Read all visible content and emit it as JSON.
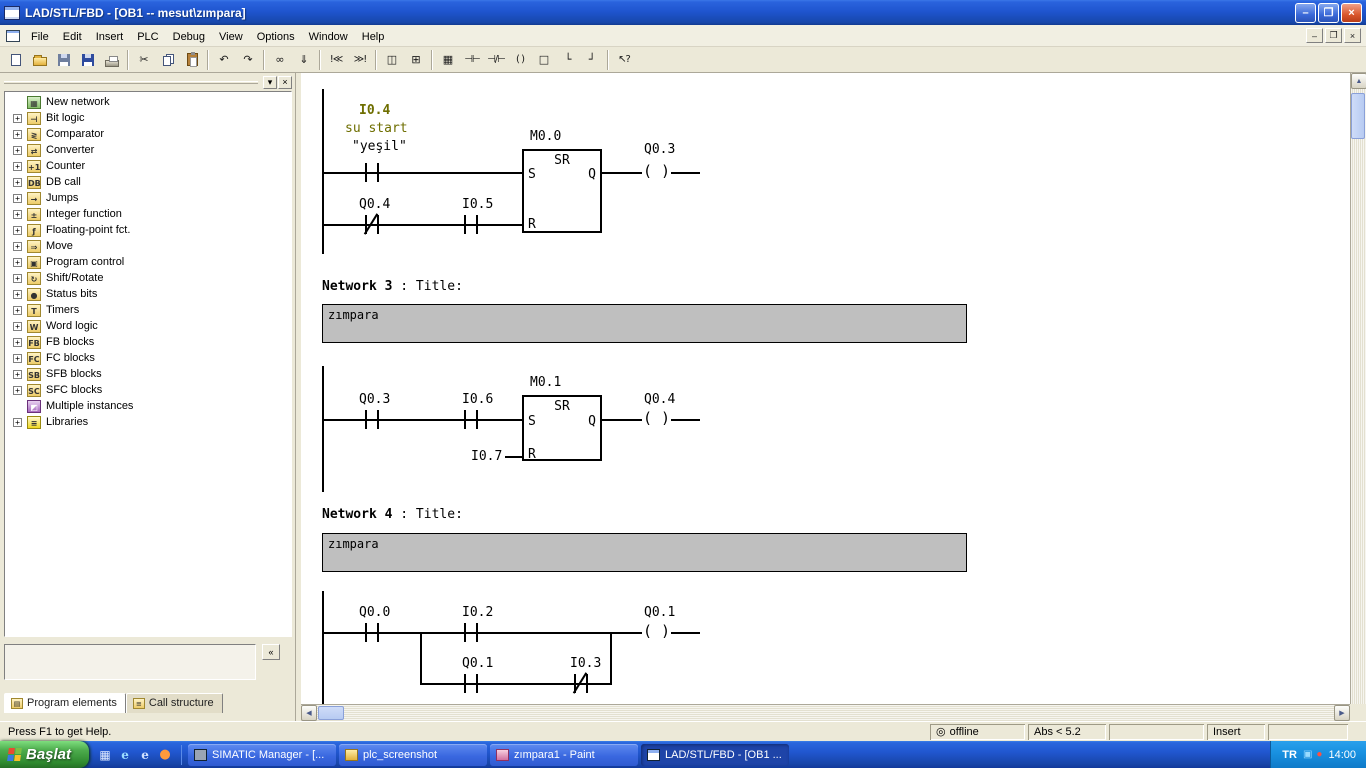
{
  "window": {
    "title": "LAD/STL/FBD  - [OB1 -- mesut\\zımpara]",
    "controls": {
      "minimize": "–",
      "restore": "❐",
      "close": "×"
    }
  },
  "menu": {
    "items": [
      "File",
      "Edit",
      "Insert",
      "PLC",
      "Debug",
      "View",
      "Options",
      "Window",
      "Help"
    ],
    "mdi": {
      "minimize": "–",
      "restore": "❐",
      "close": "×"
    }
  },
  "toolbar": {
    "buttons": [
      {
        "name": "new-icon",
        "glyph": ""
      },
      {
        "name": "open-icon",
        "glyph": ""
      },
      {
        "name": "save-as-icon",
        "glyph": ""
      },
      {
        "name": "save-icon",
        "glyph": ""
      },
      {
        "name": "print-icon",
        "glyph": ""
      },
      {
        "sep": true
      },
      {
        "name": "cut-icon",
        "glyph": "✂"
      },
      {
        "name": "copy-icon",
        "glyph": ""
      },
      {
        "name": "paste-icon",
        "glyph": ""
      },
      {
        "sep": true
      },
      {
        "name": "undo-icon",
        "glyph": "↶"
      },
      {
        "name": "redo-icon",
        "glyph": "↷"
      },
      {
        "sep": true
      },
      {
        "name": "monitor-glasses-icon",
        "glyph": "∞"
      },
      {
        "name": "download-icon",
        "glyph": "⇓"
      },
      {
        "sep": true
      },
      {
        "name": "prev-error-icon",
        "glyph": "!≪"
      },
      {
        "name": "next-error-icon",
        "glyph": "≫!"
      },
      {
        "sep": true
      },
      {
        "name": "split-window-icon",
        "glyph": "◫"
      },
      {
        "name": "address-overview-icon",
        "glyph": "⊞"
      },
      {
        "sep": true
      },
      {
        "name": "new-network-icon",
        "glyph": "▦"
      },
      {
        "name": "contact-no-icon",
        "glyph": "⊣⊢"
      },
      {
        "name": "contact-nc-icon",
        "glyph": "⊣/⊢"
      },
      {
        "name": "coil-icon",
        "glyph": "( )"
      },
      {
        "name": "empty-box-icon",
        "glyph": "□"
      },
      {
        "name": "open-branch-icon",
        "glyph": "└"
      },
      {
        "name": "close-branch-icon",
        "glyph": "┘"
      },
      {
        "sep": true
      },
      {
        "name": "help-cursor-icon",
        "glyph": "↖?"
      }
    ]
  },
  "sidebar": {
    "pane_close": "×",
    "pane_pin": "▾",
    "detail_button": "«",
    "items": [
      {
        "label": "New network",
        "icon": "new-network-icon",
        "glyph": "▦",
        "expand": false
      },
      {
        "label": "Bit logic",
        "icon": "bit-logic-icon",
        "glyph": "⊣",
        "expand": true
      },
      {
        "label": "Comparator",
        "icon": "comparator-icon",
        "glyph": "≷",
        "expand": true
      },
      {
        "label": "Converter",
        "icon": "converter-icon",
        "glyph": "⇄",
        "expand": true
      },
      {
        "label": "Counter",
        "icon": "counter-icon",
        "glyph": "+1",
        "expand": true
      },
      {
        "label": "DB call",
        "icon": "db-call-icon",
        "glyph": "DB",
        "expand": true
      },
      {
        "label": "Jumps",
        "icon": "jumps-icon",
        "glyph": "→",
        "expand": true
      },
      {
        "label": "Integer function",
        "icon": "integer-function-icon",
        "glyph": "±",
        "expand": true
      },
      {
        "label": "Floating-point fct.",
        "icon": "floating-point-icon",
        "glyph": "ƒ",
        "expand": true
      },
      {
        "label": "Move",
        "icon": "move-icon",
        "glyph": "⇒",
        "expand": true
      },
      {
        "label": "Program control",
        "icon": "program-control-icon",
        "glyph": "▣",
        "expand": true
      },
      {
        "label": "Shift/Rotate",
        "icon": "shift-rotate-icon",
        "glyph": "↻",
        "expand": true
      },
      {
        "label": "Status bits",
        "icon": "status-bits-icon",
        "glyph": "●",
        "expand": true
      },
      {
        "label": "Timers",
        "icon": "timers-icon",
        "glyph": "T",
        "expand": true
      },
      {
        "label": "Word logic",
        "icon": "word-logic-icon",
        "glyph": "W",
        "expand": true
      },
      {
        "label": "FB blocks",
        "icon": "fb-blocks-icon",
        "glyph": "FB",
        "expand": true
      },
      {
        "label": "FC blocks",
        "icon": "fc-blocks-icon",
        "glyph": "FC",
        "expand": true
      },
      {
        "label": "SFB blocks",
        "icon": "sfb-blocks-icon",
        "glyph": "SB",
        "expand": true
      },
      {
        "label": "SFC blocks",
        "icon": "sfc-blocks-icon",
        "glyph": "SC",
        "expand": true
      },
      {
        "label": "Multiple instances",
        "icon": "multiple-instances-icon",
        "glyph": "◩",
        "expand": false
      },
      {
        "label": "Libraries",
        "icon": "libraries-icon",
        "glyph": "≡",
        "expand": true
      }
    ],
    "tabs": [
      {
        "label": "Program elements",
        "glyph": "▤",
        "active": true
      },
      {
        "label": "Call structure",
        "glyph": "≡",
        "active": false
      }
    ]
  },
  "editor": {
    "coil_glyph": "( )",
    "scroll": {
      "up": "▲",
      "down": "▼",
      "left": "◀",
      "right": "▶"
    },
    "networks": {
      "a": {
        "contact1_addr": "I0.4",
        "contact1_comment": "su start",
        "contact1_symbol": "\"yeşil\"",
        "box_addr": "M0.0",
        "box_type": "SR",
        "in_s": "S",
        "out_q": "Q",
        "in_r": "R",
        "coil_addr": "Q0.3",
        "row2_contact1": "Q0.4",
        "row2_contact2": "I0.5"
      },
      "h3": {
        "bold": "Network 3",
        "rest": " : Title:",
        "comment": "zımpara"
      },
      "b": {
        "contact1": "Q0.3",
        "contact2": "I0.6",
        "box_addr": "M0.1",
        "box_type": "SR",
        "in_s": "S",
        "out_q": "Q",
        "in_r": "R",
        "coil_addr": "Q0.4",
        "r_input": "I0.7"
      },
      "h4": {
        "bold": "Network 4",
        "rest": " : Title:",
        "comment": "zımpara"
      },
      "c": {
        "contact1": "Q0.0",
        "contact2": "I0.2",
        "coil_addr": "Q0.1",
        "branch_contact1": "Q0.1",
        "branch_contact2": "I0.3"
      }
    }
  },
  "statusbar": {
    "help": "Press F1 to get Help.",
    "connection_glyph": "◎",
    "offline": "offline",
    "abs": "Abs < 5.2",
    "mode": "",
    "insert": "Insert"
  },
  "taskbar": {
    "start": "Başlat",
    "quick_launch": [
      {
        "name": "show-desktop-icon",
        "glyph": "▦"
      },
      {
        "name": "internet-explorer-icon",
        "glyph": "e"
      },
      {
        "name": "browser-icon",
        "glyph": "e"
      },
      {
        "name": "firefox-icon",
        "glyph": "●"
      }
    ],
    "tasks": [
      {
        "label": "SIMATIC Manager - [...",
        "icon": "simatic",
        "active": false
      },
      {
        "label": "plc_screenshot",
        "icon": "folder",
        "active": false
      },
      {
        "label": "zımpara1 - Paint",
        "icon": "paint",
        "active": false
      },
      {
        "label": "LAD/STL/FBD - [OB1 ...",
        "icon": "lad",
        "active": true
      }
    ],
    "tray": {
      "lang": "TR",
      "icons": [
        {
          "name": "network-status-icon",
          "glyph": "▣"
        },
        {
          "name": "antivirus-icon",
          "glyph": "●"
        }
      ],
      "time": "14:00"
    }
  }
}
